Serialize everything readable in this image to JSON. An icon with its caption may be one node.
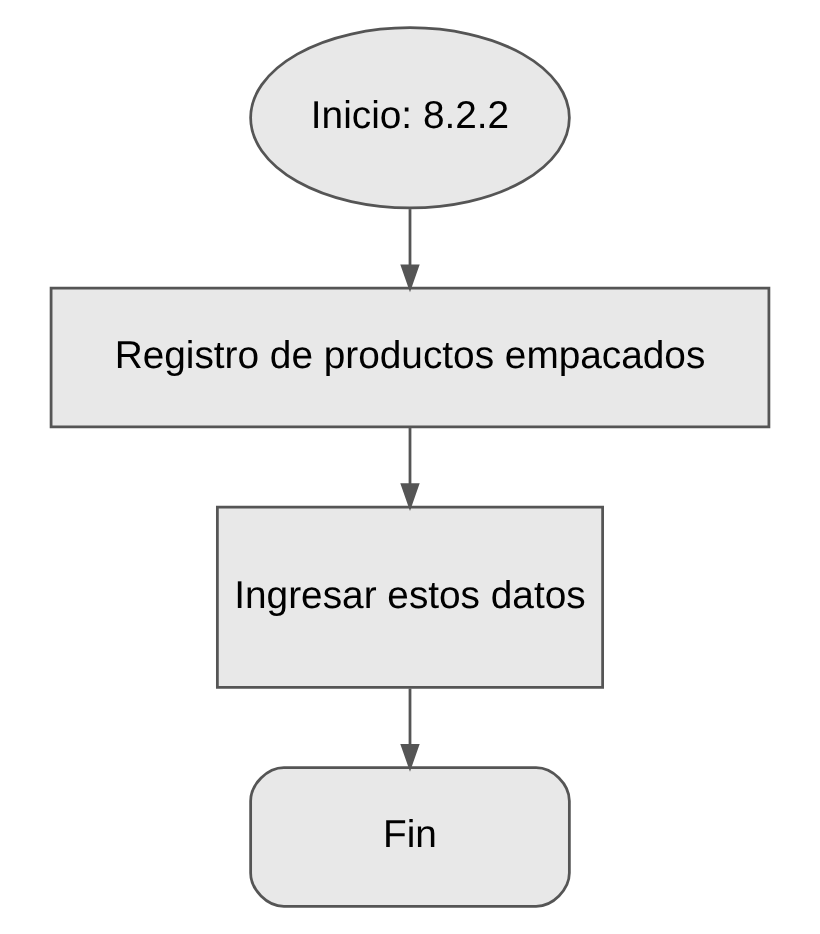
{
  "diagram": {
    "nodes": [
      {
        "text": [
          "Inicio: 8.2.2"
        ]
      },
      {
        "text": [
          "Registro de productos empacados"
        ]
      },
      {
        "text": [
          "Ingresar estos datos"
        ]
      },
      {
        "text": [
          "Fin"
        ]
      }
    ],
    "edges": [
      {
        "from": 0,
        "to": 1,
        "arrow": "to"
      },
      {
        "from": 1,
        "to": 2,
        "arrow": "to"
      },
      {
        "from": 2,
        "to": 3,
        "arrow": "to"
      }
    ]
  }
}
